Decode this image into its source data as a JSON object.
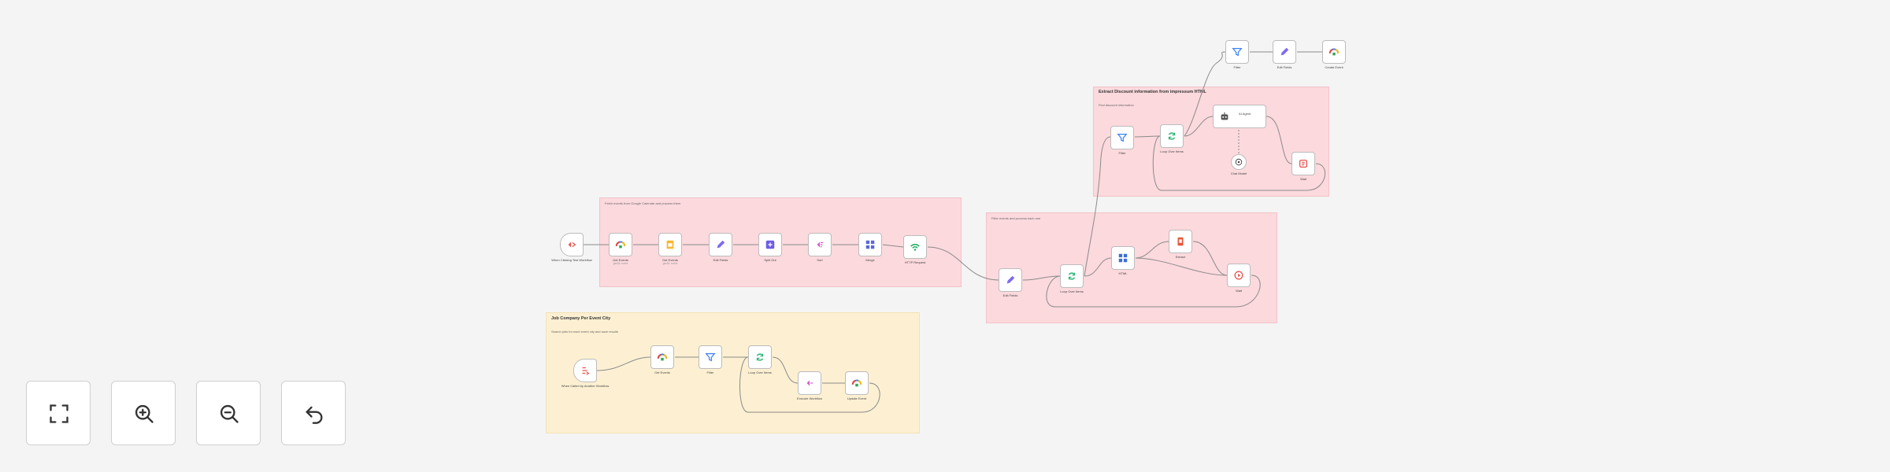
{
  "colors": {
    "canvas_bg": "#f4f4f4",
    "sticky_red": "#fcd9dd",
    "sticky_yellow": "#fdf0d2",
    "edge": "#8a8a8a"
  },
  "stickies": {
    "s1": {
      "title": "",
      "desc": "Fetch events from Google Calendar and process them"
    },
    "s2": {
      "title": "",
      "desc": "Filter events and process each one"
    },
    "s3": {
      "title": "Extract Discount information from impressum HTML",
      "desc": "Find discount information"
    },
    "s4": {
      "title": "Job Company Per Event City",
      "desc": "Search jobs for each event city and save results"
    }
  },
  "nodes": {
    "n_trigger1": {
      "label": "When Clicking Test Workflow",
      "sub": "",
      "icon": "play-trigger-icon"
    },
    "n_gcal": {
      "label": "Get Events",
      "sub": "getAll: event",
      "icon": "google-calendar-icon"
    },
    "n_sheets": {
      "label": "Get Events",
      "sub": "getAll: event",
      "icon": "google-sheets-icon"
    },
    "n_set1": {
      "label": "Edit Fields",
      "sub": "",
      "icon": "pencil-icon"
    },
    "n_split": {
      "label": "Split Out",
      "sub": "",
      "icon": "split-icon"
    },
    "n_sort": {
      "label": "Sort",
      "sub": "",
      "icon": "sort-icon"
    },
    "n_merge": {
      "label": "Merge",
      "sub": "",
      "icon": "merge-icon"
    },
    "n_http": {
      "label": "HTTP Request",
      "sub": "",
      "icon": "http-icon"
    },
    "n_set2": {
      "label": "Edit Fields",
      "sub": "",
      "icon": "pencil-icon"
    },
    "n_loop2": {
      "label": "Loop Over Items",
      "sub": "",
      "icon": "loop-icon"
    },
    "n_html": {
      "label": "HTML",
      "sub": "",
      "icon": "html-icon"
    },
    "n_extract": {
      "label": "Extract",
      "sub": "",
      "icon": "extract-icon"
    },
    "n_wait2": {
      "label": "Wait",
      "sub": "",
      "icon": "wait-icon"
    },
    "n_filter3": {
      "label": "Filter",
      "sub": "",
      "icon": "filter-icon"
    },
    "n_loop3": {
      "label": "Loop Over Items",
      "sub": "",
      "icon": "loop-icon"
    },
    "n_ai": {
      "label": "AI Agent",
      "sub": "",
      "icon": "ai-agent-icon"
    },
    "n_model": {
      "label": "Chat Model",
      "sub": "",
      "icon": "openai-icon"
    },
    "n_wait3": {
      "label": "Wait",
      "sub": "",
      "icon": "wait-icon"
    },
    "n_filter4": {
      "label": "Filter",
      "sub": "",
      "icon": "filter-icon"
    },
    "n_set4": {
      "label": "Edit Fields",
      "sub": "",
      "icon": "pencil-icon"
    },
    "n_gcal4": {
      "label": "Create Event",
      "sub": "",
      "icon": "google-calendar-icon"
    },
    "n_trigger5": {
      "label": "When Called by Another Workflow",
      "sub": "",
      "icon": "workflow-trigger-icon"
    },
    "n_gcal5": {
      "label": "Get Events",
      "sub": "",
      "icon": "google-calendar-icon"
    },
    "n_filter5": {
      "label": "Filter",
      "sub": "",
      "icon": "filter-icon"
    },
    "n_loop5": {
      "label": "Loop Over Items",
      "sub": "",
      "icon": "loop-icon"
    },
    "n_exec5": {
      "label": "Execute Workflow",
      "sub": "",
      "icon": "execute-workflow-icon"
    },
    "n_gcal5b": {
      "label": "Update Event",
      "sub": "",
      "icon": "google-calendar-icon"
    }
  },
  "controls": {
    "fit_view": {
      "icon": "fit-view-icon"
    },
    "zoom_in": {
      "icon": "zoom-in-icon"
    },
    "zoom_out": {
      "icon": "zoom-out-icon"
    },
    "undo": {
      "icon": "undo-icon"
    }
  }
}
